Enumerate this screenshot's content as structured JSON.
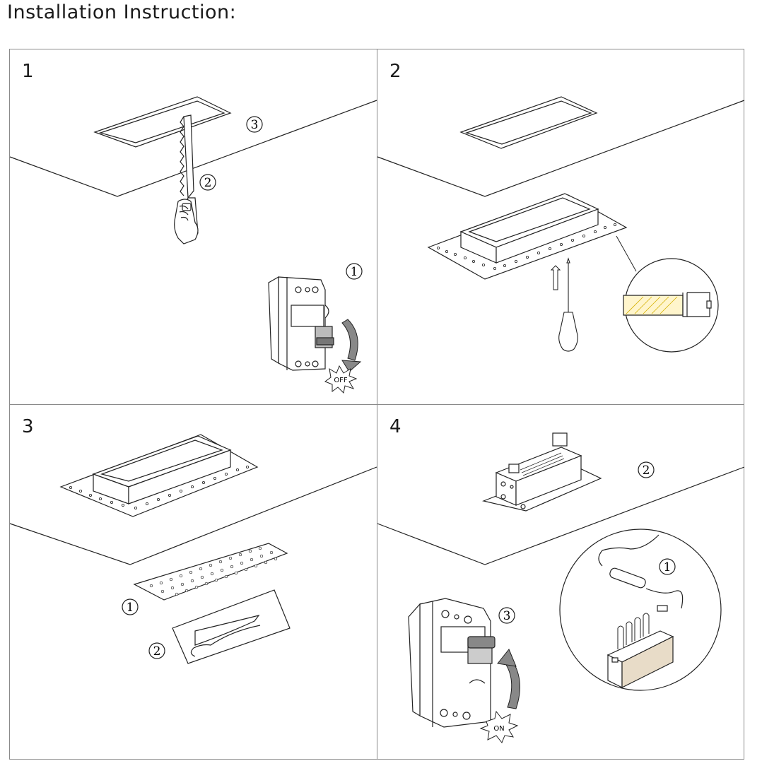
{
  "page": {
    "title": "Installation Instruction:"
  },
  "steps": [
    {
      "number": "1",
      "callouts": [
        "3",
        "2",
        "1"
      ],
      "switch_label": "OFF"
    },
    {
      "number": "2"
    },
    {
      "number": "3",
      "callouts": [
        "1",
        "2"
      ]
    },
    {
      "number": "4",
      "callouts": [
        "2",
        "1",
        "3"
      ],
      "switch_label": "ON"
    }
  ]
}
